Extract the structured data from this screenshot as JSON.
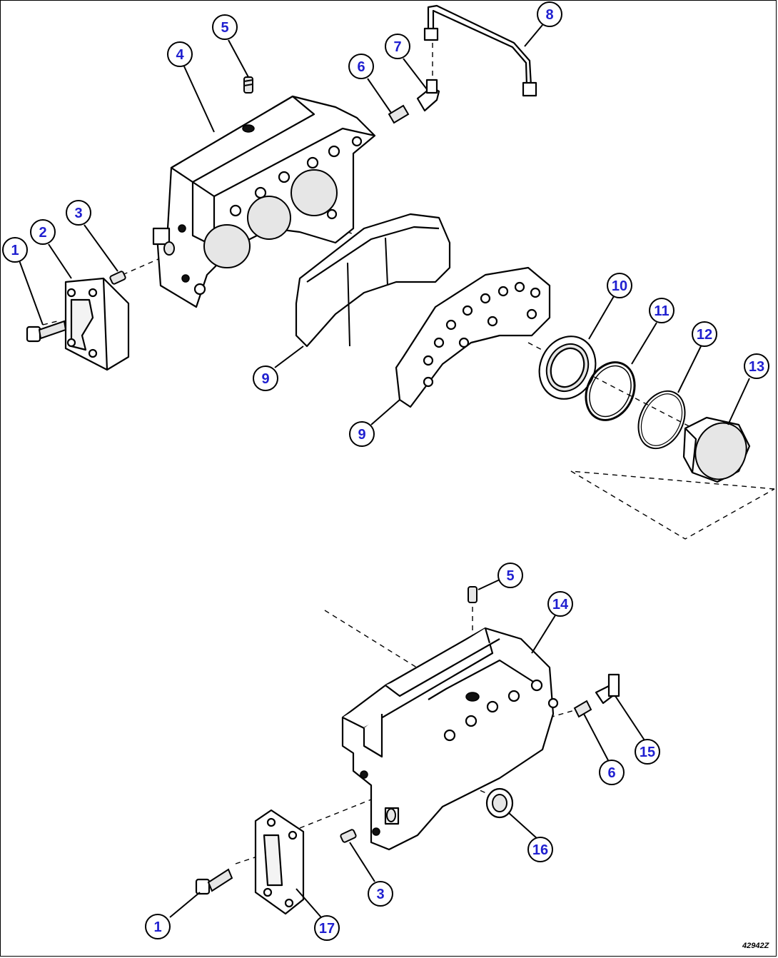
{
  "drawing_code": "42942Z",
  "callouts": [
    {
      "label": "1"
    },
    {
      "label": "2"
    },
    {
      "label": "3"
    },
    {
      "label": "4"
    },
    {
      "label": "5"
    },
    {
      "label": "6"
    },
    {
      "label": "7"
    },
    {
      "label": "8"
    },
    {
      "label": "9"
    },
    {
      "label": "9"
    },
    {
      "label": "10"
    },
    {
      "label": "11"
    },
    {
      "label": "12"
    },
    {
      "label": "13"
    },
    {
      "label": "5"
    },
    {
      "label": "14"
    },
    {
      "label": "15"
    },
    {
      "label": "6"
    },
    {
      "label": "16"
    },
    {
      "label": "3"
    },
    {
      "label": "1"
    },
    {
      "label": "17"
    }
  ],
  "colors": {
    "callout_text": "#1f1fd0",
    "line": "#000000",
    "background": "#ffffff"
  }
}
